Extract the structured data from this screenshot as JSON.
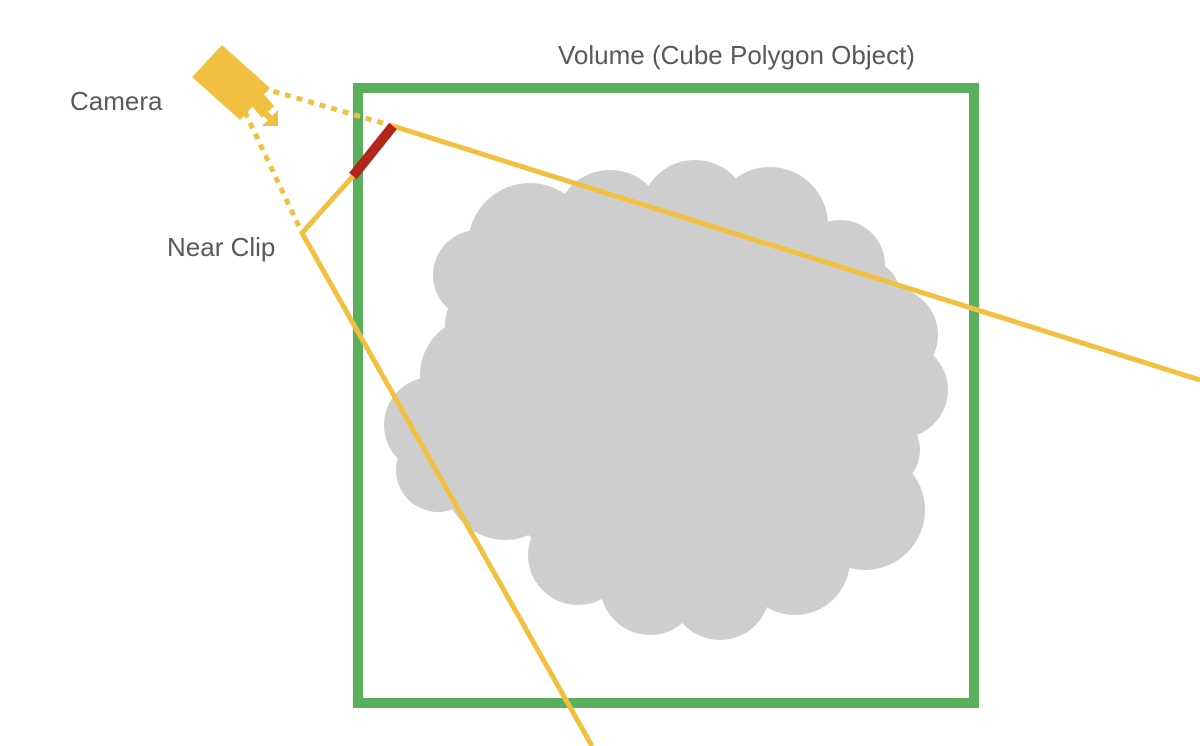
{
  "labels": {
    "volume": "Volume (Cube Polygon Object)",
    "camera": "Camera",
    "near_clip": "Near Clip"
  },
  "colors": {
    "volume_border": "#5aaf5d",
    "cloud": "#cfcecf",
    "ray": "#f2c040",
    "camera": "#f2c040",
    "near_plane": "#b3241b",
    "text": "#595959"
  },
  "icons": {
    "camera": "camera-icon"
  }
}
